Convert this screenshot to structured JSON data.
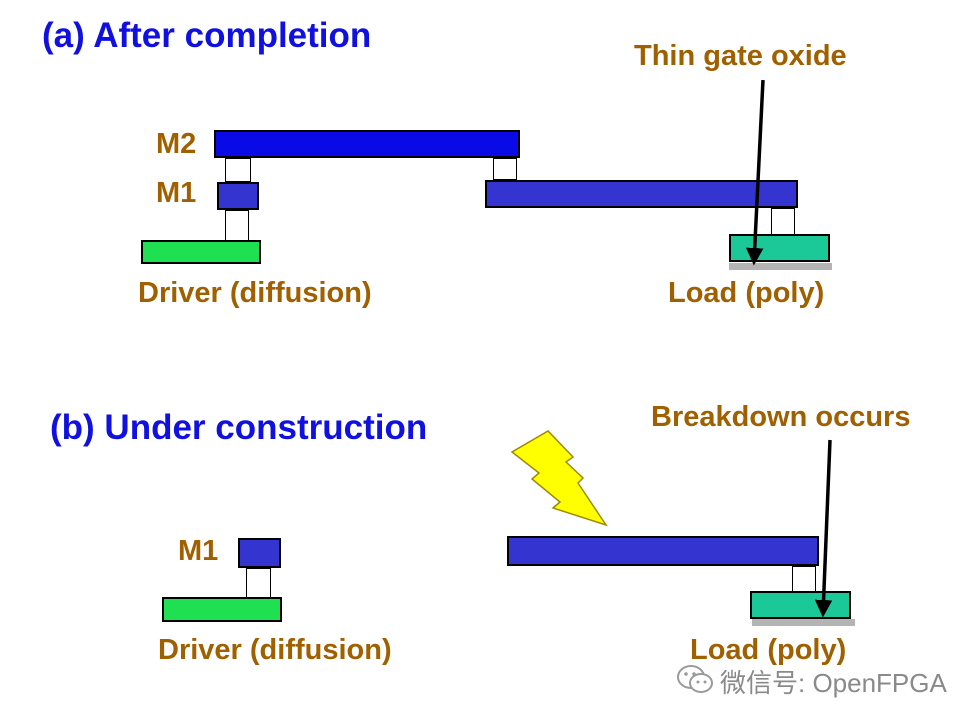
{
  "part_a": {
    "title": "(a) After completion",
    "m2_label": "M2",
    "m1_label": "M1",
    "driver_label": "Driver (diffusion)",
    "load_label": "Load (poly)",
    "annotation": "Thin gate oxide"
  },
  "part_b": {
    "title": "(b) Under construction",
    "m1_label": "M1",
    "driver_label": "Driver (diffusion)",
    "load_label": "Load (poly)",
    "annotation": "Breakdown occurs"
  },
  "watermark": {
    "text": "微信号: OpenFPGA",
    "icon": "wechat-icon"
  },
  "colors": {
    "title": "#1010e0",
    "label": "#a06000",
    "metal2": "#0a0ae6",
    "metal1": "#3434d0",
    "diffusion": "#1fe050",
    "poly": "#1bc897",
    "lightning": "#ffff00"
  }
}
